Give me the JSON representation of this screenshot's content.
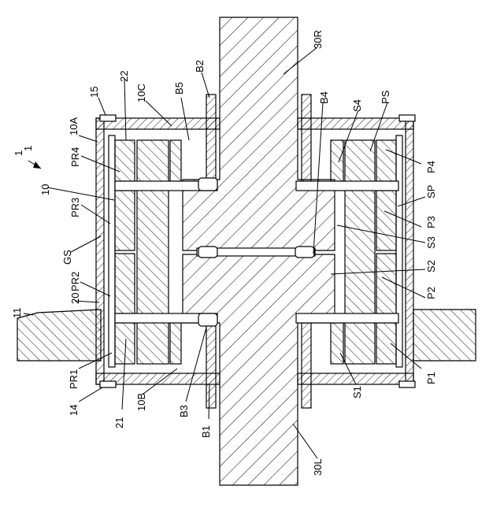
{
  "figure": {
    "ref_main": "1",
    "ref_sub": "1",
    "labels": {
      "l15": "15",
      "l10A": "10A",
      "l22": "22",
      "l10C": "10C",
      "lB5": "B5",
      "lB2": "B2",
      "l30R": "30R",
      "lB4": "B4",
      "lS4": "S4",
      "lPS": "PS",
      "lPR4": "PR4",
      "l10": "10",
      "lPR3": "PR3",
      "lGS": "GS",
      "lPR2": "PR2",
      "l20": "20",
      "l11": "11",
      "lPR1": "PR1",
      "l14": "14",
      "l21": "21",
      "l10B": "10B",
      "lB3": "B3",
      "lB1": "B1",
      "l30L": "30L",
      "lS1": "S1",
      "lP1": "P1",
      "lP2": "P2",
      "lS2": "S2",
      "lS3": "S3",
      "lP3": "P3",
      "lSP": "SP",
      "lP4": "P4"
    }
  }
}
